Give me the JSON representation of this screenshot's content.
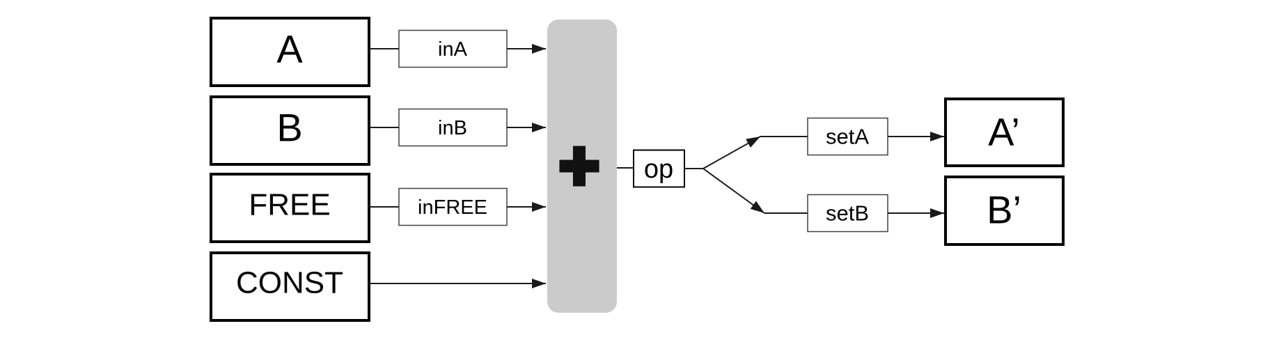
{
  "diagram": {
    "type": "dataflow-operator-diagram",
    "inputs": {
      "a": {
        "label": "A",
        "port_label": "inA"
      },
      "b": {
        "label": "B",
        "port_label": "inB"
      },
      "free": {
        "label": "FREE",
        "port_label": "inFREE"
      },
      "const": {
        "label": "CONST"
      }
    },
    "operator": {
      "symbol": "+",
      "output_port_label": "op"
    },
    "outputs": {
      "a_prime": {
        "label": "A’",
        "port_label": "setA"
      },
      "b_prime": {
        "label": "B’",
        "port_label": "setB"
      }
    },
    "colors": {
      "background": "#ffffff",
      "node_fill": "#ffffff",
      "node_border": "#000000",
      "port_border": "#404040",
      "edge": "#1a1a1a",
      "operator_fill": "#cbcbcb",
      "operator_symbol": "#111111"
    }
  }
}
